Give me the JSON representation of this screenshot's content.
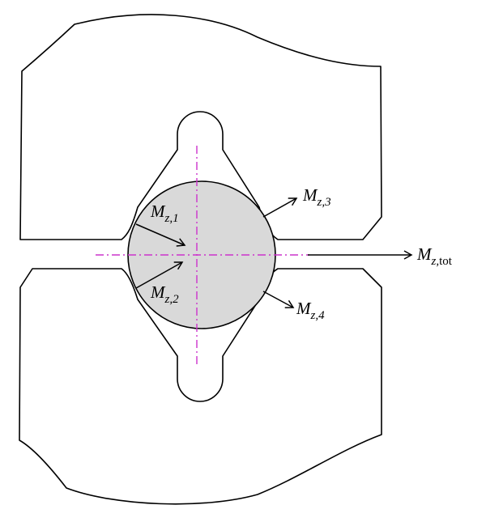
{
  "diagram": {
    "colors": {
      "outline": "#000000",
      "disc_fill": "#d9d9d9",
      "centerline": "#cc33cc",
      "background": "#ffffff"
    },
    "labels": {
      "m1": {
        "main": "M",
        "sub": "z,1"
      },
      "m2": {
        "main": "M",
        "sub": "z,2"
      },
      "m3": {
        "main": "M",
        "sub": "z,3"
      },
      "m4": {
        "main": "M",
        "sub": "z,4"
      },
      "mtot": {
        "main": "M",
        "sub_italic": "z,",
        "sub_upright": "tot"
      }
    }
  }
}
